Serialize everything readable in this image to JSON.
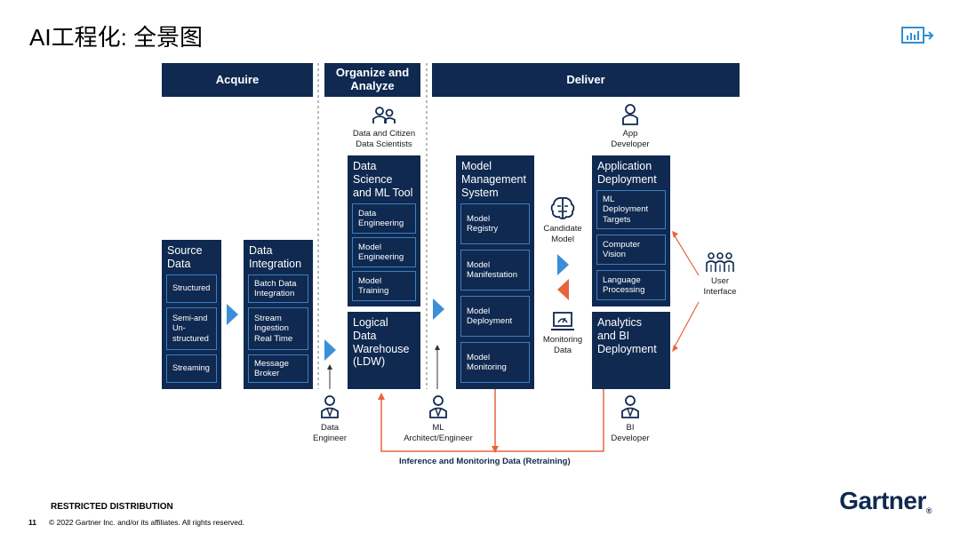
{
  "title": "AI工程化: 全景图",
  "headers": {
    "acquire": "Acquire",
    "organize": "Organize and\nAnalyze",
    "deliver": "Deliver"
  },
  "source_data": {
    "title": "Source\nData",
    "items": [
      "Structured",
      "Semi-and\nUn-\nstructured",
      "Streaming"
    ]
  },
  "data_integration": {
    "title": "Data\nIntegration",
    "items": [
      "Batch Data\nIntegration",
      "Stream\nIngestion\nReal Time",
      "Message\nBroker"
    ]
  },
  "ds_tool": {
    "title": "Data\nScience\nand ML Tool",
    "items": [
      "Data\nEngineering",
      "Model\nEngineering",
      "Model\nTraining"
    ]
  },
  "ldw": {
    "title": "Logical\nData\nWarehouse\n(LDW)"
  },
  "mms": {
    "title": "Model\nManagement\nSystem",
    "items": [
      "Model\nRegistry",
      "Model\nManifestation",
      "Model\nDeployment",
      "Model\nMonitoring"
    ]
  },
  "app_deploy": {
    "title": "Application\nDeployment",
    "items": [
      "ML\nDeployment\nTargets",
      "Computer\nVision",
      "Language\nProcessing"
    ]
  },
  "analytics": {
    "title": "Analytics\nand BI\nDeployment"
  },
  "roles": {
    "data_scientists": "Data and Citizen\nData Scientists",
    "app_developer": "App\nDeveloper",
    "candidate_model": "Candidate\nModel",
    "monitoring_data": "Monitoring\nData",
    "user_interface": "User\nInterface",
    "data_engineer": "Data\nEngineer",
    "ml_architect": "ML\nArchitect/Engineer",
    "bi_developer": "BI\nDeveloper"
  },
  "retraining_label": "Inference and Monitoring Data (Retraining)",
  "footer": {
    "restricted": "RESTRICTED DISTRIBUTION",
    "page": "11",
    "copyright": "© 2022 Gartner Inc. and/or its affiliates. All rights reserved."
  },
  "logo": "Gartner",
  "colors": {
    "navy": "#0f2950",
    "sub_border": "#3d7fc4",
    "arrow_blue": "#3a8fd8",
    "arrow_orange": "#e8643c"
  }
}
